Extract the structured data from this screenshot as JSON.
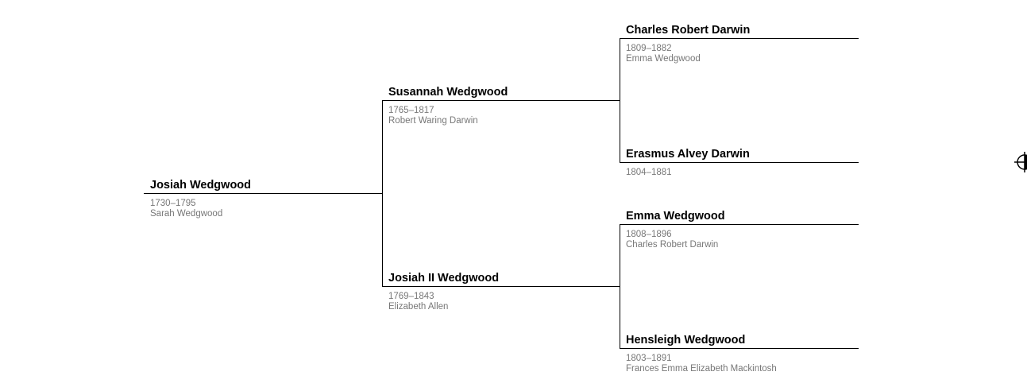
{
  "tree": {
    "root": {
      "name": "Josiah Wedgwood",
      "years": "1730–1795",
      "spouse": "Sarah Wedgwood"
    },
    "generation_2": [
      {
        "name": "Susannah Wedgwood",
        "years": "1765–1817",
        "spouse": "Robert Waring Darwin"
      },
      {
        "name": "Josiah II Wedgwood",
        "years": "1769–1843",
        "spouse": "Elizabeth Allen"
      }
    ],
    "generation_3": [
      {
        "name": "Charles Robert Darwin",
        "years": "1809–1882",
        "spouse": "Emma Wedgwood"
      },
      {
        "name": "Erasmus Alvey Darwin",
        "years": "1804–1881",
        "spouse": ""
      },
      {
        "name": "Emma Wedgwood",
        "years": "1808–1896",
        "spouse": "Charles Robert Darwin"
      },
      {
        "name": "Hensleigh Wedgwood",
        "years": "1803–1891",
        "spouse": "Frances Emma Elizabeth Mackintosh"
      }
    ]
  },
  "navigation": {
    "icon": "navigate-crosshair-icon"
  }
}
